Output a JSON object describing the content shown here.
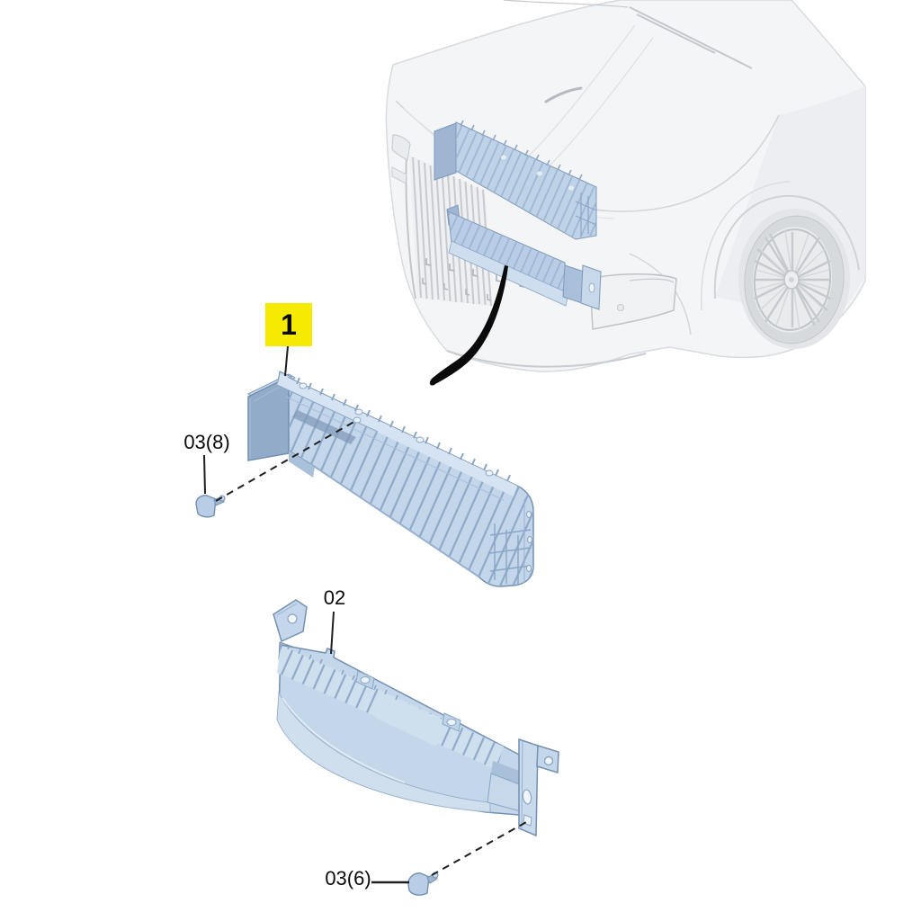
{
  "labels": {
    "part1": "1",
    "part2": "02",
    "fastener_upper": "03(8)",
    "fastener_lower": "03(6)"
  },
  "colors": {
    "label_highlight_bg": "#F5EA00",
    "label_text": "#0A0A0A",
    "part_light": "#C3D6EA",
    "part_mid": "#A9C0DA",
    "part_shade": "#92ABC8",
    "part_outline": "#7490B0",
    "rib_line": "#8FA9C8",
    "car_fill": "#F4F5F7",
    "car_line": "#D5D8DC",
    "leader_line": "#1F1F1F"
  }
}
